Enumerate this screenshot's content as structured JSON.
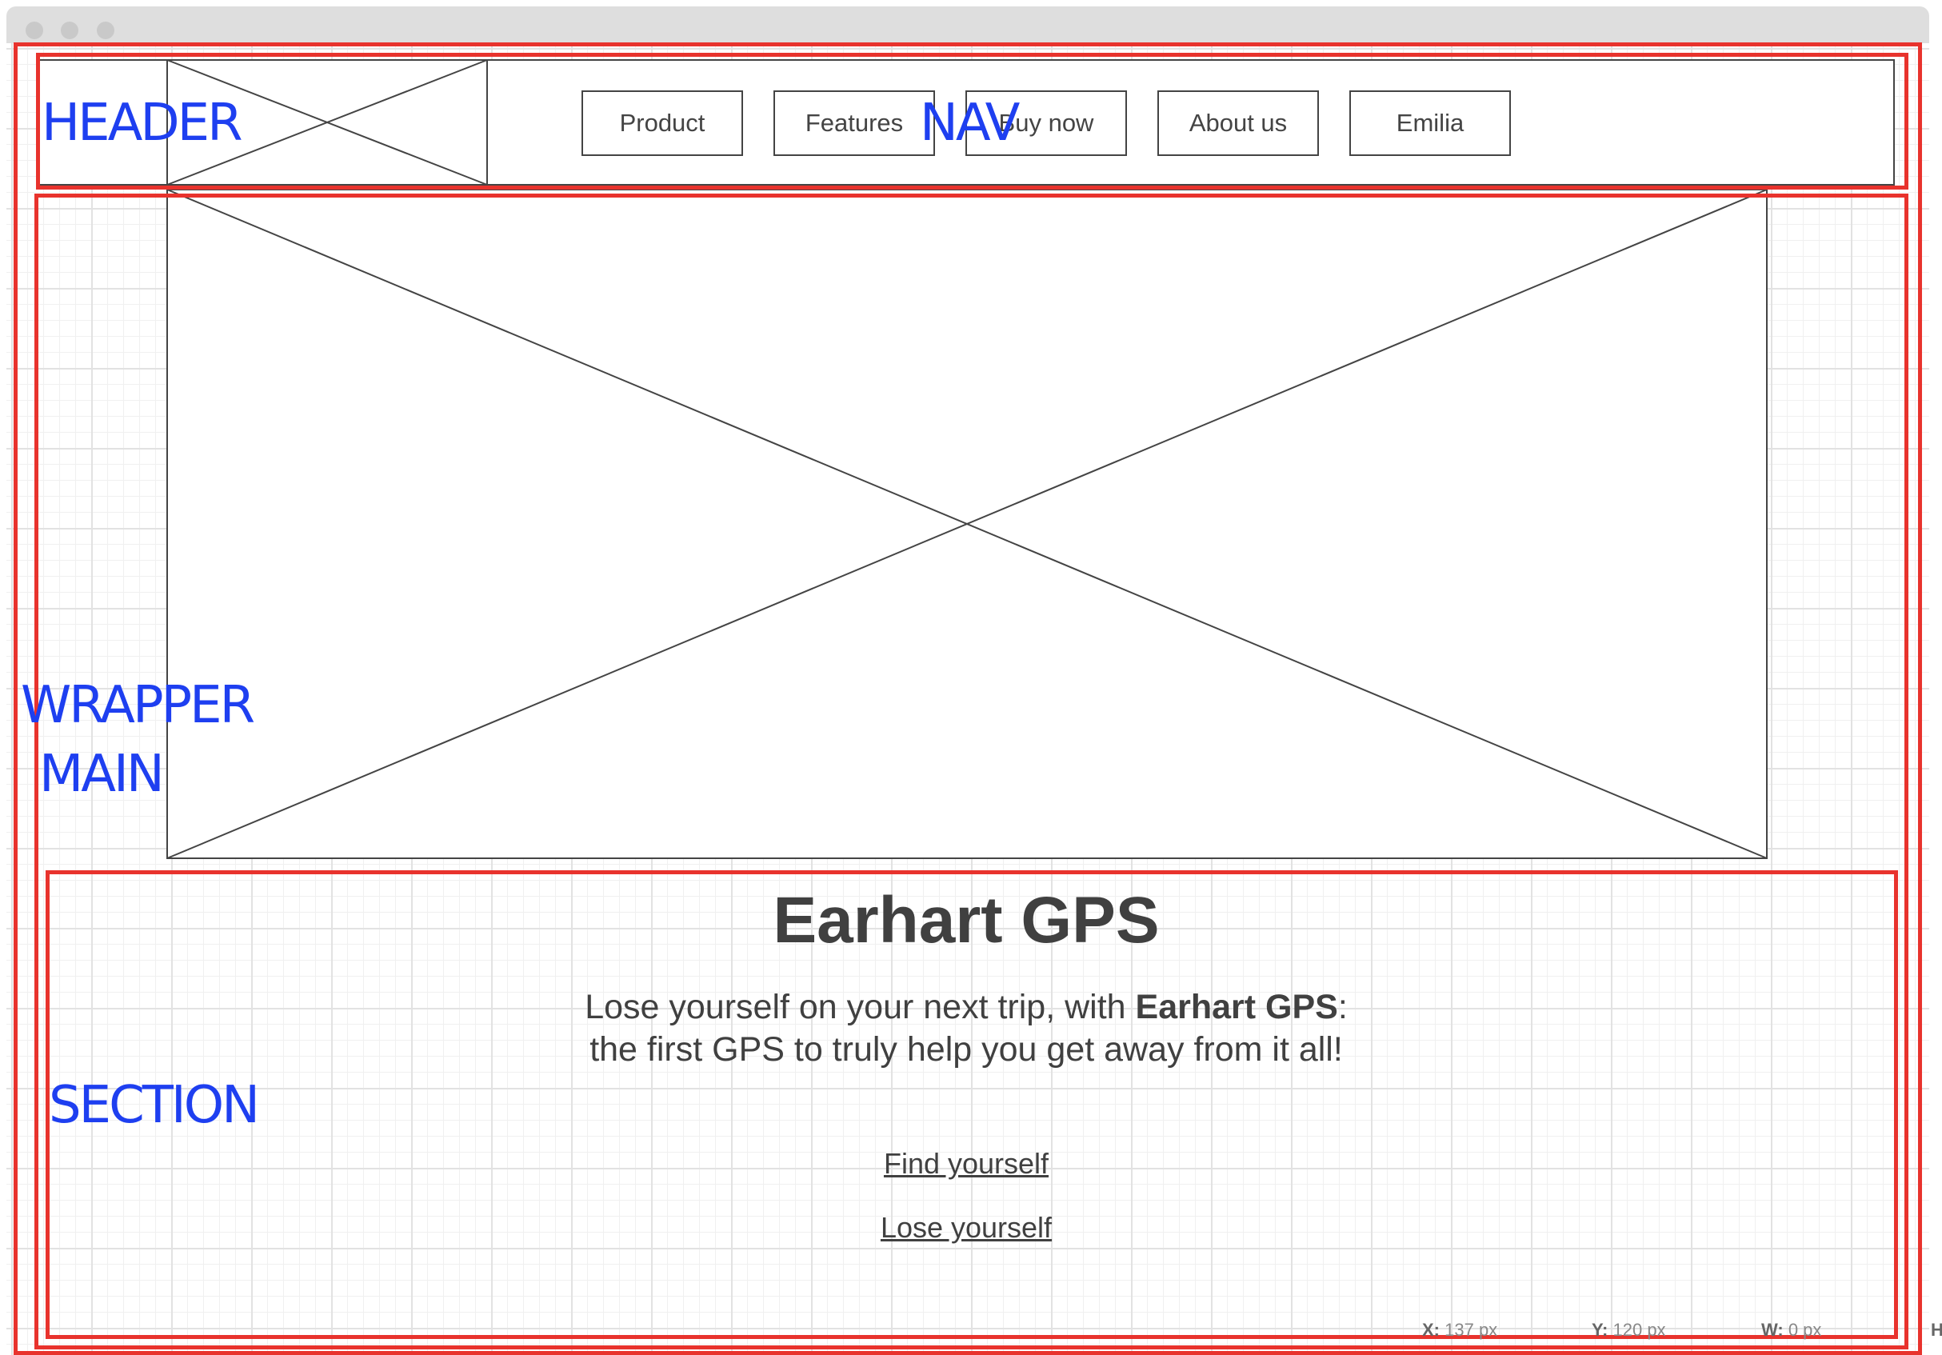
{
  "labels": {
    "header": "HEADER",
    "nav": "NAV",
    "wrapper": "WRAPPER",
    "main": "MAIN",
    "section": "SECTION"
  },
  "nav": {
    "items": [
      {
        "label": "Product"
      },
      {
        "label": "Features"
      },
      {
        "label": "Buy now"
      },
      {
        "label": "About us"
      },
      {
        "label": "Emilia"
      }
    ]
  },
  "section": {
    "title": "Earhart GPS",
    "desc_line1_prefix": "Lose yourself on your next trip, with ",
    "desc_brand": "Earhart GPS",
    "desc_line1_suffix": ":",
    "desc_line2": "the first GPS to truly help you get away from it all!",
    "link1": "Find yourself",
    "link2": "Lose yourself"
  },
  "status": {
    "x_label": "X:",
    "x_value": "137 px",
    "y_label": "Y:",
    "y_value": "120 px",
    "w_label": "W:",
    "w_value": "0 px",
    "h_label": "H"
  },
  "colors": {
    "annotation_box": "#e8332d",
    "annotation_text": "#1e3ff0",
    "wireframe_stroke": "#444444",
    "text": "#404040"
  }
}
